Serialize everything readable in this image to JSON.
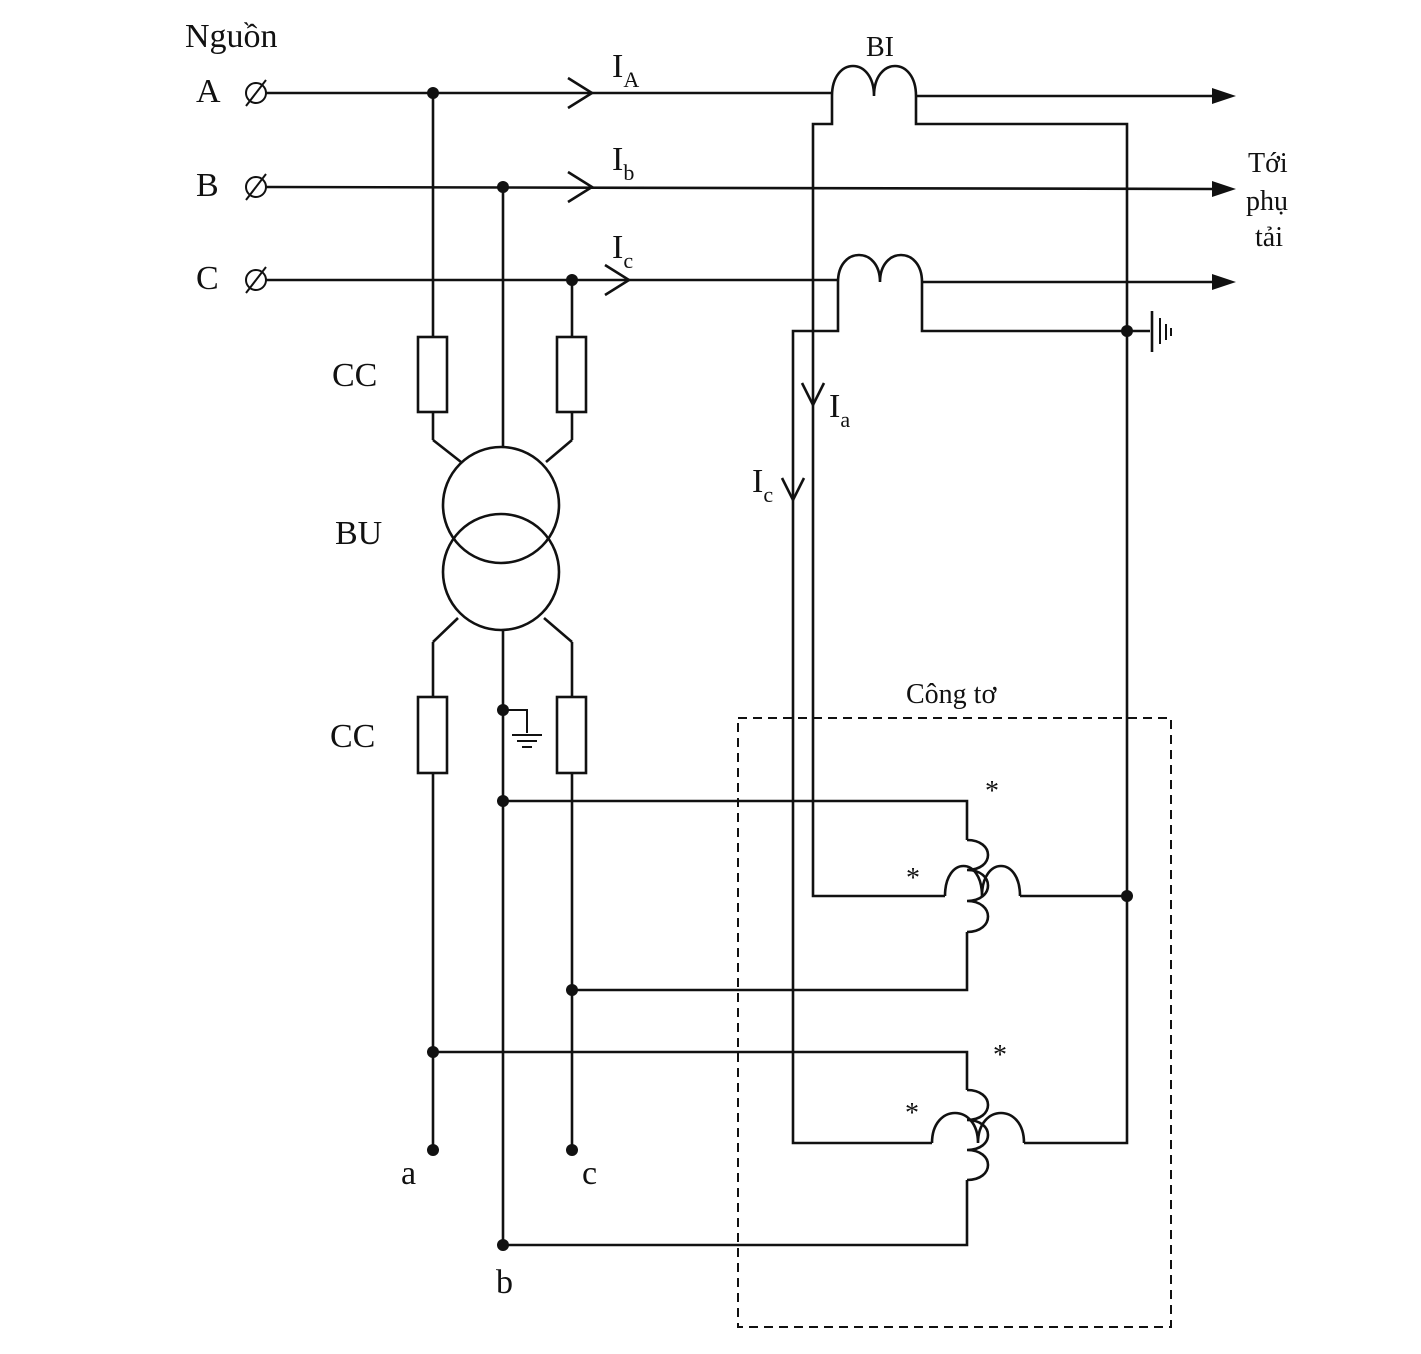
{
  "labels": {
    "source": "Nguồn",
    "phase_a": "A",
    "phase_b": "B",
    "phase_c": "C",
    "ct": "BI",
    "vt": "BU",
    "fuse_top": "CC",
    "fuse_bottom": "CC",
    "to_load_1": "Tới",
    "to_load_2": "phụ",
    "to_load_3": "tải",
    "meter": "Công tơ",
    "out_a": "a",
    "out_b": "b",
    "out_c": "c",
    "polarity": "*"
  },
  "currents": {
    "IA": {
      "main": "I",
      "sub": "A"
    },
    "Ib": {
      "main": "I",
      "sub": "b"
    },
    "Ic": {
      "main": "I",
      "sub": "c"
    },
    "Ia_sec": {
      "main": "I",
      "sub": "a"
    },
    "Ic_sec": {
      "main": "I",
      "sub": "c"
    }
  }
}
